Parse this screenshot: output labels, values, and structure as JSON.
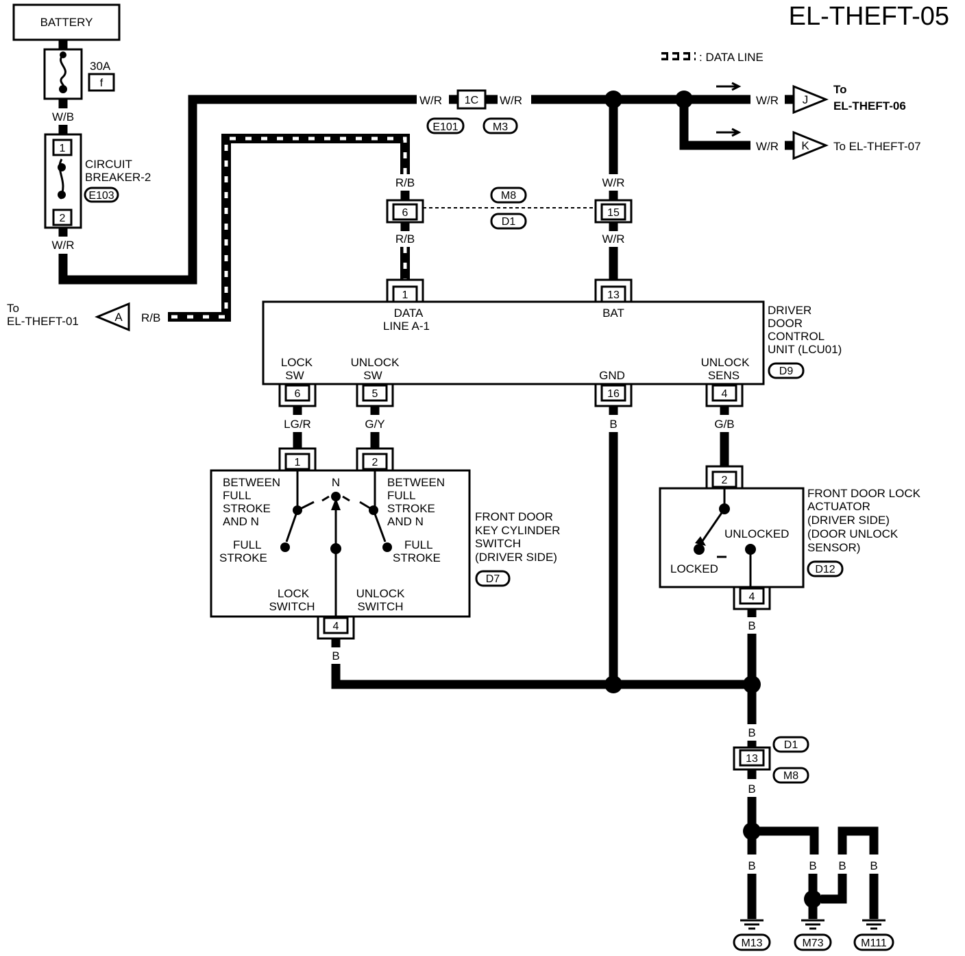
{
  "title": "EL-THEFT-05",
  "legend": {
    "label": ": DATA LINE"
  },
  "battery": {
    "label": "BATTERY"
  },
  "fuse": {
    "amps": "30A",
    "id": "f"
  },
  "circuit_breaker": {
    "line1": "CIRCUIT",
    "line2": "BREAKER-2",
    "connector": "E103",
    "pin_in": "1",
    "pin_out": "2"
  },
  "wires": {
    "wb": "W/B",
    "wr": "W/R",
    "rb": "R/B",
    "lgr": "LG/R",
    "gy": "G/Y",
    "gb": "G/B",
    "b": "B"
  },
  "junction_1c": {
    "pin": "1C",
    "conn_left": "E101",
    "conn_right": "M3"
  },
  "joint_m8_d1": {
    "conn_top": "M8",
    "conn_bottom": "D1",
    "pin_rb": "6",
    "pin_wr": "15"
  },
  "refs": {
    "to_j": {
      "letter": "J",
      "line1": "To",
      "line2": "EL-THEFT-06"
    },
    "to_k": {
      "letter": "K",
      "text": "To EL-THEFT-07"
    },
    "to_a": {
      "letter": "A",
      "line1": "To",
      "line2": "EL-THEFT-01"
    }
  },
  "control_unit": {
    "name_lines": [
      "DRIVER",
      "DOOR",
      "CONTROL",
      "UNIT (LCU01)"
    ],
    "connector": "D9",
    "pins": {
      "data_line": {
        "pin": "1",
        "line1": "DATA",
        "line2": "LINE A-1"
      },
      "bat": {
        "pin": "13",
        "label": "BAT"
      },
      "lock_sw": {
        "pin": "6",
        "line1": "LOCK",
        "line2": "SW"
      },
      "unlock_sw": {
        "pin": "5",
        "line1": "UNLOCK",
        "line2": "SW"
      },
      "gnd": {
        "pin": "16",
        "label": "GND"
      },
      "unlock_sens": {
        "pin": "4",
        "line1": "UNLOCK",
        "line2": "SENS"
      }
    }
  },
  "key_switch": {
    "name_lines": [
      "FRONT DOOR",
      "KEY CYLINDER",
      "SWITCH",
      "(DRIVER SIDE)"
    ],
    "connector": "D7",
    "pin1": "1",
    "pin2": "2",
    "pin4": "4",
    "between_left": [
      "BETWEEN",
      "FULL",
      "STROKE",
      "AND N"
    ],
    "between_right": [
      "BETWEEN",
      "FULL",
      "STROKE",
      "AND N"
    ],
    "n_label": "N",
    "full_left": [
      "FULL",
      "STROKE"
    ],
    "full_right": [
      "FULL",
      "STROKE"
    ],
    "lock_switch": [
      "LOCK",
      "SWITCH"
    ],
    "unlock_switch": [
      "UNLOCK",
      "SWITCH"
    ]
  },
  "actuator": {
    "name_lines": [
      "FRONT DOOR LOCK",
      "ACTUATOR",
      "(DRIVER SIDE)",
      "(DOOR UNLOCK",
      "SENSOR)"
    ],
    "connector": "D12",
    "pin_top": "2",
    "pin_bottom": "4",
    "unlocked": "UNLOCKED",
    "locked": "LOCKED"
  },
  "ground_joint": {
    "conn_top": "D1",
    "pin": "13",
    "conn_bottom": "M8"
  },
  "grounds": [
    "M13",
    "M73",
    "M111"
  ]
}
